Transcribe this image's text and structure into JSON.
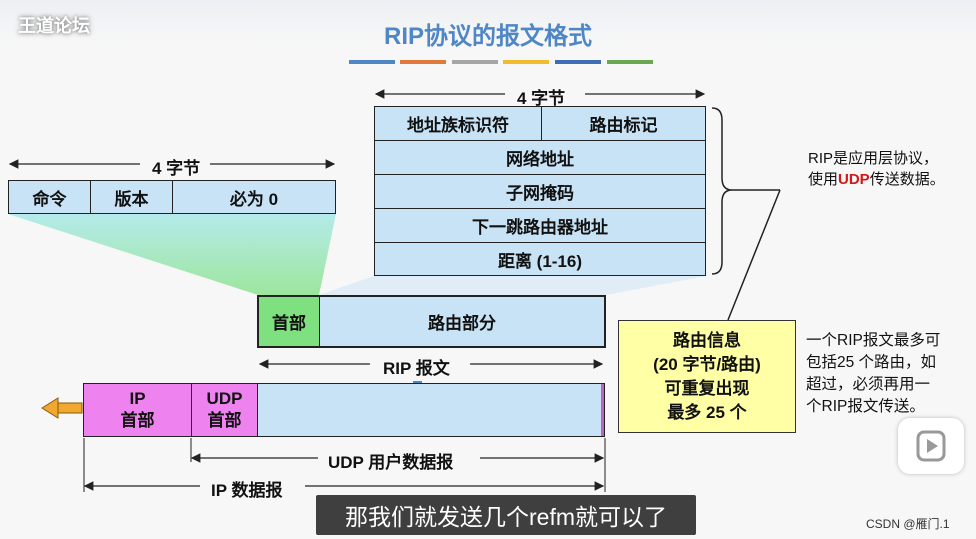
{
  "header": {
    "logo": "王道论坛",
    "title": "RIP协议的报文格式"
  },
  "stripes": [
    "#4f86c6",
    "#e07a3a",
    "#a6a6a6",
    "#f1bd2e",
    "#3e6db5",
    "#6aa84f"
  ],
  "rip_header": {
    "size_label": "4 字节",
    "fields": [
      "命令",
      "版本",
      "必为 0"
    ]
  },
  "route_entry": {
    "size_label": "4 字节",
    "row1": [
      "地址族标识符",
      "路由标记"
    ],
    "rows": [
      "网络地址",
      "子网掩码",
      "下一跳路由器地址",
      "距离 (1-16)"
    ]
  },
  "note_right": {
    "line1_prefix": "RIP是应用层协议，",
    "line2_prefix": "使用",
    "line2_red": "UDP",
    "line2_suffix": "传送数据。"
  },
  "rip_packet": {
    "header": "首部",
    "body": "路由部分",
    "label": "RIP 报文"
  },
  "route_info": {
    "lines": [
      "路由信息",
      "(20 字节/路由)",
      "可重复出现",
      "最多 25 个"
    ]
  },
  "note_bottom": {
    "lines": [
      "一个RIP报文最多可",
      "包括25 个路由，如",
      "超过，必须再用一",
      "个RIP报文传送。"
    ]
  },
  "ip_packet": {
    "ip_header": [
      "IP",
      "首部"
    ],
    "udp_header": [
      "UDP",
      "首部"
    ],
    "udp_label": "UDP 用户数据报",
    "ip_label": "IP 数据报"
  },
  "subtitle": "那我们就发送几个refm就可以了",
  "watermark": "CSDN @雁门.1"
}
